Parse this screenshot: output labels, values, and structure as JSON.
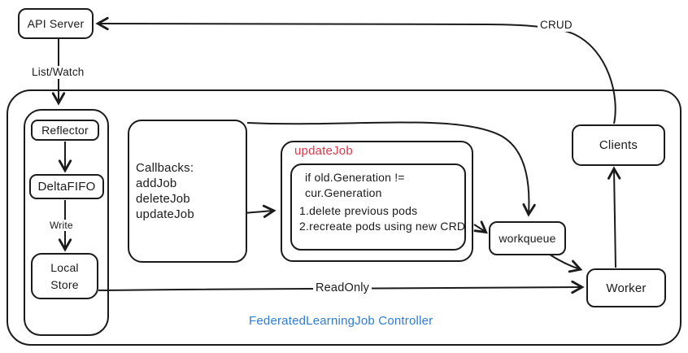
{
  "diagram": {
    "title": "FederatedLearningJob Controller",
    "colors": {
      "stroke": "#1b1b1b",
      "red_accent": "#d9394a",
      "blue_accent": "#2e7cd6",
      "background": "#ffffff"
    },
    "nodes": {
      "api_server": "API Server",
      "reflector": "Reflector",
      "delta_fifo": "DeltaFIFO",
      "local_store": "Local Store",
      "workqueue": "workqueue",
      "worker": "Worker",
      "clients": "Clients"
    },
    "callbacks": {
      "title": "Callbacks:",
      "items": [
        "addJob",
        "deleteJob",
        "updateJob"
      ]
    },
    "update_job": {
      "title": "updateJob",
      "lines": [
        "if old.Generation !=",
        "cur.Generation",
        "1.delete previous pods",
        "2.recreate pods using new CRD"
      ]
    },
    "edge_labels": {
      "list_watch": "List/Watch",
      "write": "Write",
      "crud": "CRUD",
      "readonly": "ReadOnly"
    }
  }
}
